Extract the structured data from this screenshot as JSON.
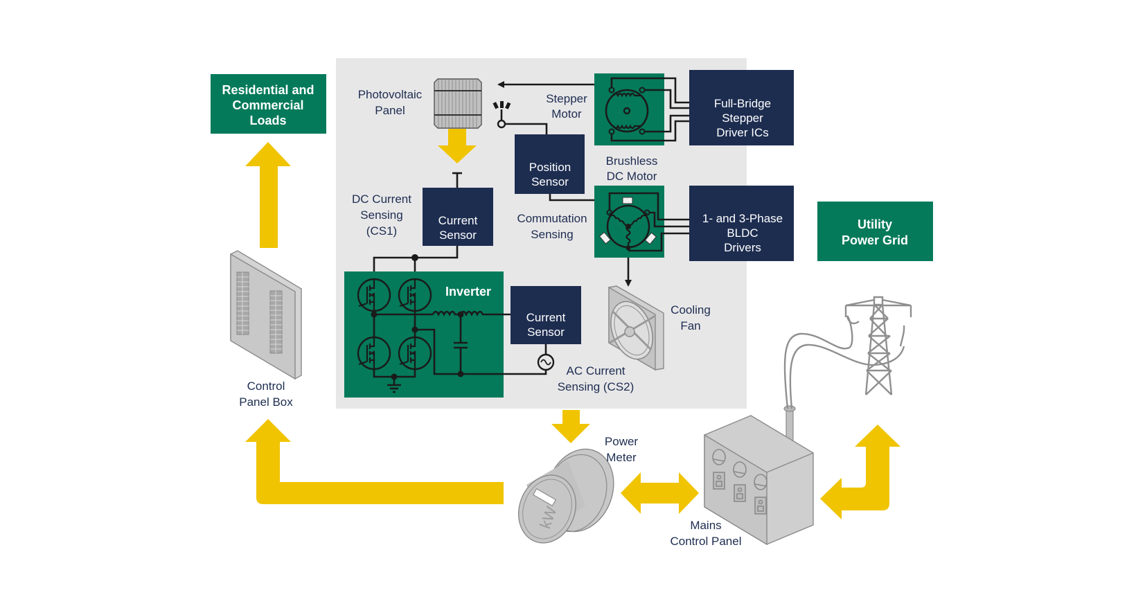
{
  "colors": {
    "green": "#047a5a",
    "navy": "#1d2d50",
    "yellow": "#f0c400",
    "panel_bg": "#e8e7e8",
    "label_text": "#1d2d50",
    "device_gray": "#c8c8c8"
  },
  "green_boxes": {
    "loads": [
      "Residential and",
      "Commercial",
      "Loads"
    ],
    "grid": [
      "Utility",
      "Power Grid"
    ],
    "inverter": "Inverter"
  },
  "navy_boxes": {
    "current_sensor_dc": [
      "Current",
      "Sensor"
    ],
    "position_sensor": [
      "Position",
      "Sensor"
    ],
    "stepper_driver": [
      "Full-Bridge",
      "Stepper",
      "Driver ICs"
    ],
    "bldc_driver": [
      "1- and 3-Phase",
      "BLDC",
      "Drivers"
    ],
    "current_sensor_ac": [
      "Current",
      "Sensor"
    ]
  },
  "labels": {
    "pv_panel": [
      "Photovoltaic",
      "Panel"
    ],
    "stepper_motor": [
      "Stepper",
      "Motor"
    ],
    "bldc_motor": [
      "Brushless",
      "DC Motor"
    ],
    "dc_sensing": [
      "DC Current",
      "Sensing",
      "(CS1)"
    ],
    "commutation": [
      "Commutation",
      "Sensing"
    ],
    "cooling_fan": [
      "Cooling",
      "Fan"
    ],
    "ac_sensing": [
      "AC Current",
      "Sensing (CS2)"
    ],
    "control_panel_box": [
      "Control",
      "Panel Box"
    ],
    "power_meter": [
      "Power",
      "Meter"
    ],
    "mains_panel": [
      "Mains",
      "Control Panel"
    ],
    "meter_unit": "kW"
  },
  "icons": {
    "pv": "solar-panel-icon",
    "stepper": "stepper-motor-icon",
    "bldc": "bldc-motor-icon",
    "fan": "cooling-fan-icon",
    "meter": "power-meter-icon",
    "mains": "mains-control-panel-icon",
    "tower": "transmission-tower-icon",
    "breaker": "breaker-panel-icon",
    "ac_source": "ac-source-icon",
    "ground": "ground-icon",
    "mosfet": "mosfet-icon",
    "light": "light-fixture-icon"
  }
}
